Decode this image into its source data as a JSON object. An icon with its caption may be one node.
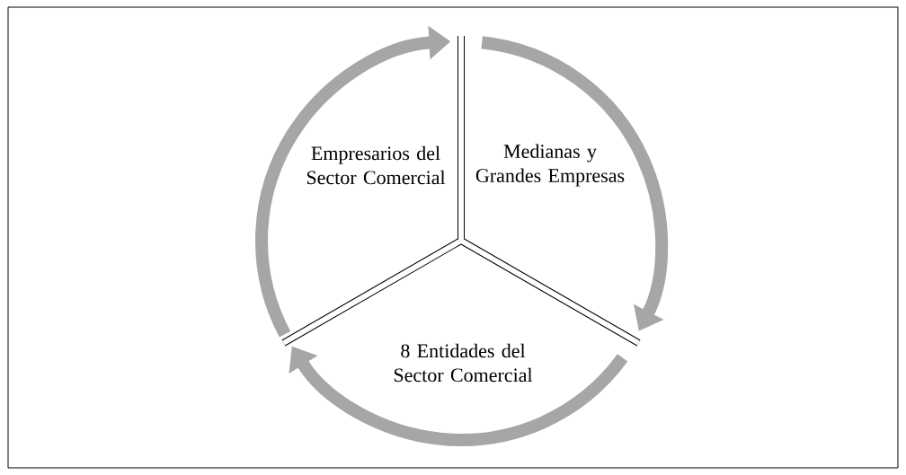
{
  "diagram": {
    "nodes": [
      {
        "text": [
          "Empresarios del Sector Comercial"
        ]
      },
      {
        "text": [
          "Medianas y Grandes Empresas"
        ]
      },
      {
        "text": [
          "8 Entidades del Sector Comercial"
        ]
      }
    ]
  }
}
